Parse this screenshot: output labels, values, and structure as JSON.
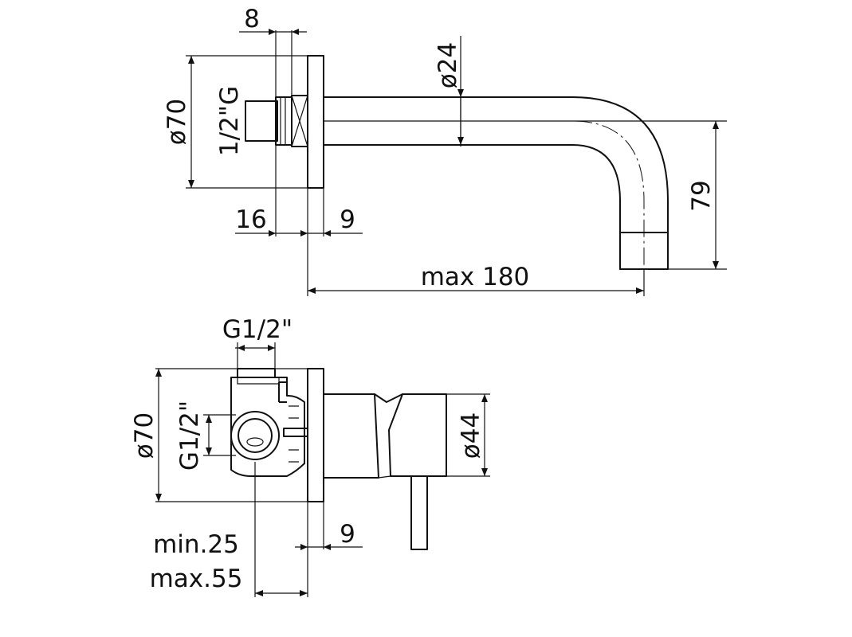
{
  "labels": {
    "top_nut_width": "8",
    "top_flange_dia": "ø70",
    "top_thread": "1/2\"G",
    "spout_dia": "ø24",
    "top_depth": "16",
    "top_flange_thk": "9",
    "spout_height": "79",
    "spout_reach": "max 180",
    "inlet_thread": "G1/2\"",
    "bottom_flange_dia": "ø70",
    "side_thread": "G1/2\"",
    "lever_body_dia": "ø44",
    "bottom_flange_thk": "9",
    "depth_min": "min.25",
    "depth_max": "max.55"
  }
}
